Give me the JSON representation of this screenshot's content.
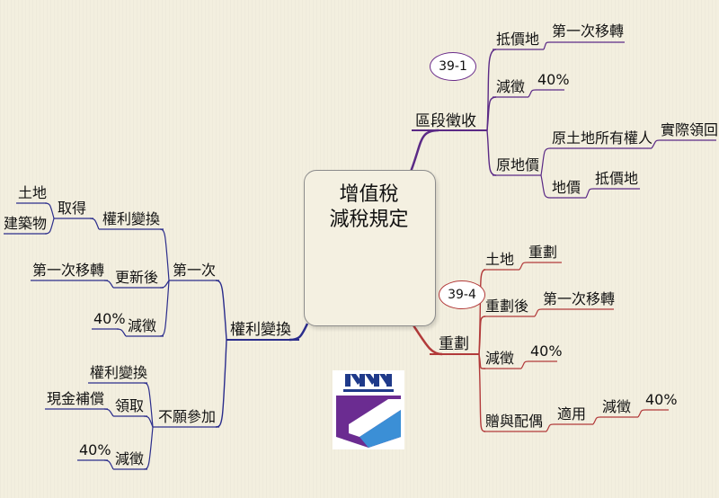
{
  "center": {
    "line1": "增值稅",
    "line2": "減稅規定"
  },
  "top_branch": {
    "label": "區段徵收",
    "badge": "39-1",
    "items": {
      "offset_land": "抵價地",
      "first_transfer": "第一次移轉",
      "reduce": "減徵",
      "pct": "40%",
      "original_price": "原地價",
      "original_owner": "原土地所有權人",
      "actual_receive": "實際領回",
      "land_price": "地價",
      "offset_land2": "抵價地"
    }
  },
  "bottom_right_branch": {
    "label": "重劃",
    "badge": "39-4",
    "items": {
      "land": "土地",
      "redistrict": "重劃",
      "after_redistrict": "重劃後",
      "first_transfer": "第一次移轉",
      "reduce": "減徵",
      "pct": "40%",
      "gift_spouse": "贈與配偶",
      "applies": "適用",
      "reduce2": "減徵",
      "pct2": "40%"
    }
  },
  "left_branch": {
    "label": "權利變換",
    "first": {
      "label": "第一次",
      "rights_exchange": "權利變換",
      "acquire": "取得",
      "land": "土地",
      "building": "建築物",
      "after_renewal": "更新後",
      "first_transfer": "第一次移轉",
      "reduce": "減徵",
      "pct": "40%"
    },
    "not_willing": {
      "label": "不願參加",
      "rights_exchange": "權利變換",
      "receive": "領取",
      "cash_comp": "現金補償",
      "reduce": "減徵",
      "pct": "40%"
    }
  },
  "colors": {
    "purple": "#5b2a86",
    "red": "#b23a3a",
    "navy": "#2b2d8c"
  }
}
